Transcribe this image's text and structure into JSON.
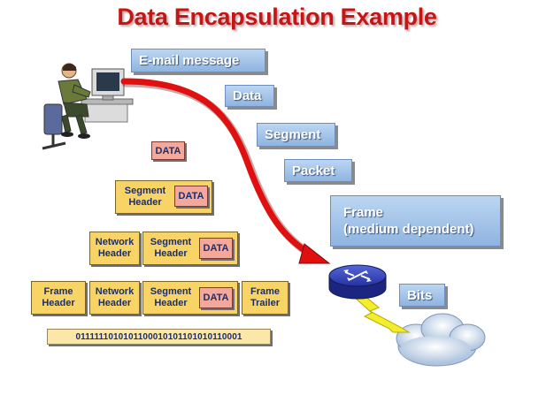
{
  "title": "Data Encapsulation Example",
  "tags": {
    "email": "E-mail message",
    "data": "Data",
    "segment": "Segment",
    "packet": "Packet",
    "frame_line1": "Frame",
    "frame_line2": "(medium dependent)",
    "bits": "Bits"
  },
  "stack": {
    "data": "DATA",
    "segment_header_1": "Segment",
    "segment_header_2": "Header",
    "network_header_1": "Network",
    "network_header_2": "Header",
    "frame_header_1": "Frame",
    "frame_header_2": "Header",
    "frame_trailer_1": "Frame",
    "frame_trailer_2": "Trailer",
    "bitstream": "0111111010101100010101101010110001"
  },
  "icons": [
    "user-at-computer-icon",
    "router-icon",
    "cloud-icon",
    "lightning-link-icon",
    "encapsulation-arrow-icon"
  ],
  "colors": {
    "title": "#c41616",
    "arrow": "#e01010",
    "tag": "#a3c4ea",
    "header_box": "#f8d467",
    "data_box": "#f4a89c",
    "router": "#2f3fb0"
  }
}
